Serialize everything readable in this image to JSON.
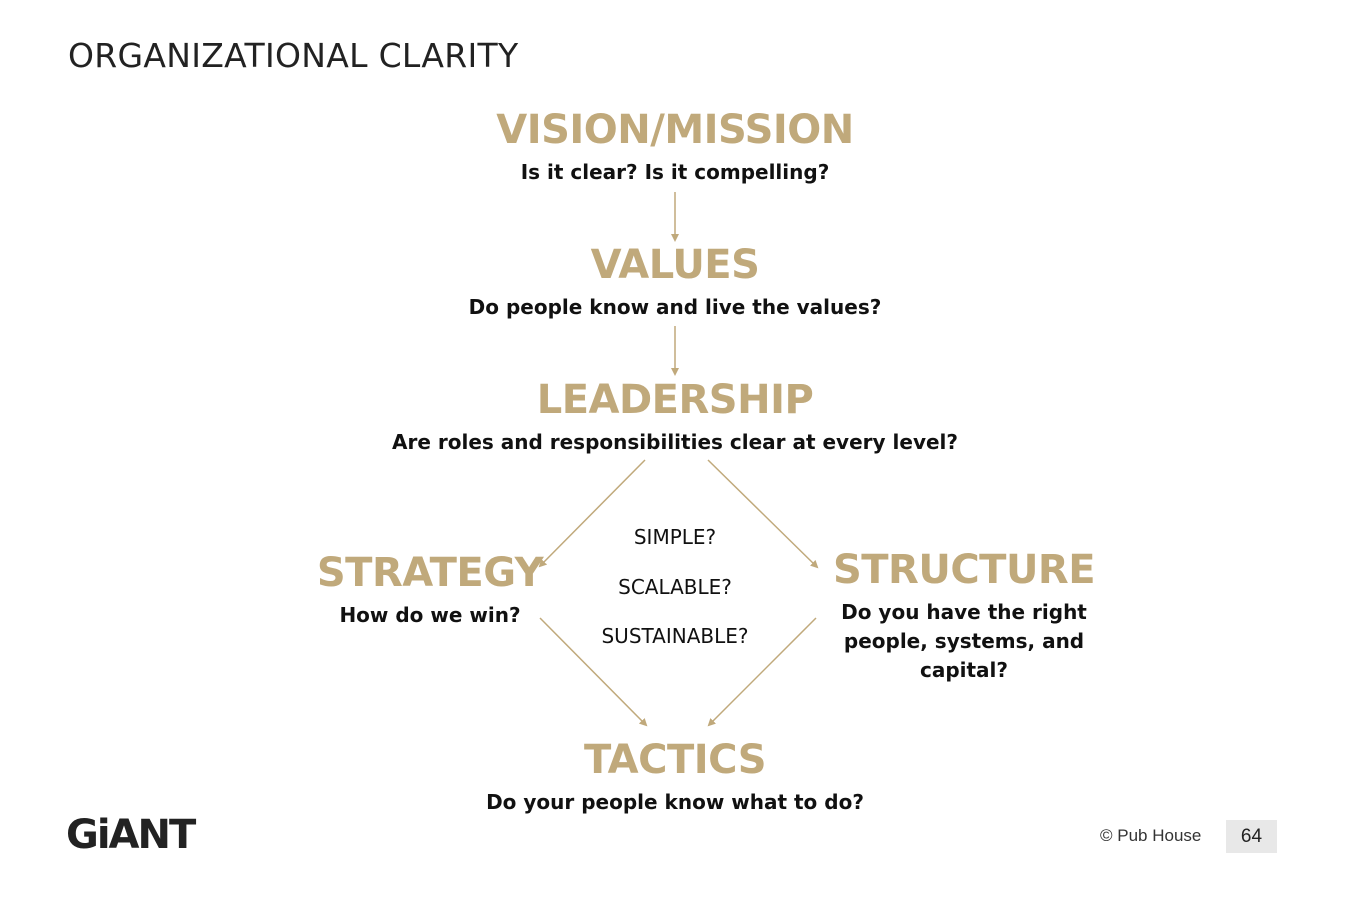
{
  "slide": {
    "title": "ORGANIZATIONAL CLARITY",
    "logo_text": "GiANT",
    "copyright": "© Pub House",
    "page_number": "64"
  },
  "colors": {
    "accent": "#c0a97b",
    "text": "#111111",
    "title": "#222222",
    "page_number_bg": "#e8e8e8"
  },
  "diagram": {
    "nodes": {
      "vision": {
        "heading": "VISION/MISSION",
        "question": "Is it clear? Is it compelling?"
      },
      "values": {
        "heading": "VALUES",
        "question": "Do people know and live the values?"
      },
      "leadership": {
        "heading": "LEADERSHIP",
        "question": "Are roles and responsibilities clear at every level?"
      },
      "strategy": {
        "heading": "STRATEGY",
        "question": "How do we win?"
      },
      "structure": {
        "heading": "STRUCTURE",
        "question": "Do you have the right people, systems, and capital?"
      },
      "tactics": {
        "heading": "TACTICS",
        "question": "Do your people know what to do?"
      }
    },
    "criteria": [
      "SIMPLE?",
      "SCALABLE?",
      "SUSTAINABLE?"
    ],
    "edges": [
      {
        "from": "vision",
        "to": "values"
      },
      {
        "from": "values",
        "to": "leadership"
      },
      {
        "from": "leadership",
        "to": "strategy"
      },
      {
        "from": "leadership",
        "to": "structure"
      },
      {
        "from": "strategy",
        "to": "tactics"
      },
      {
        "from": "structure",
        "to": "tactics"
      }
    ]
  }
}
